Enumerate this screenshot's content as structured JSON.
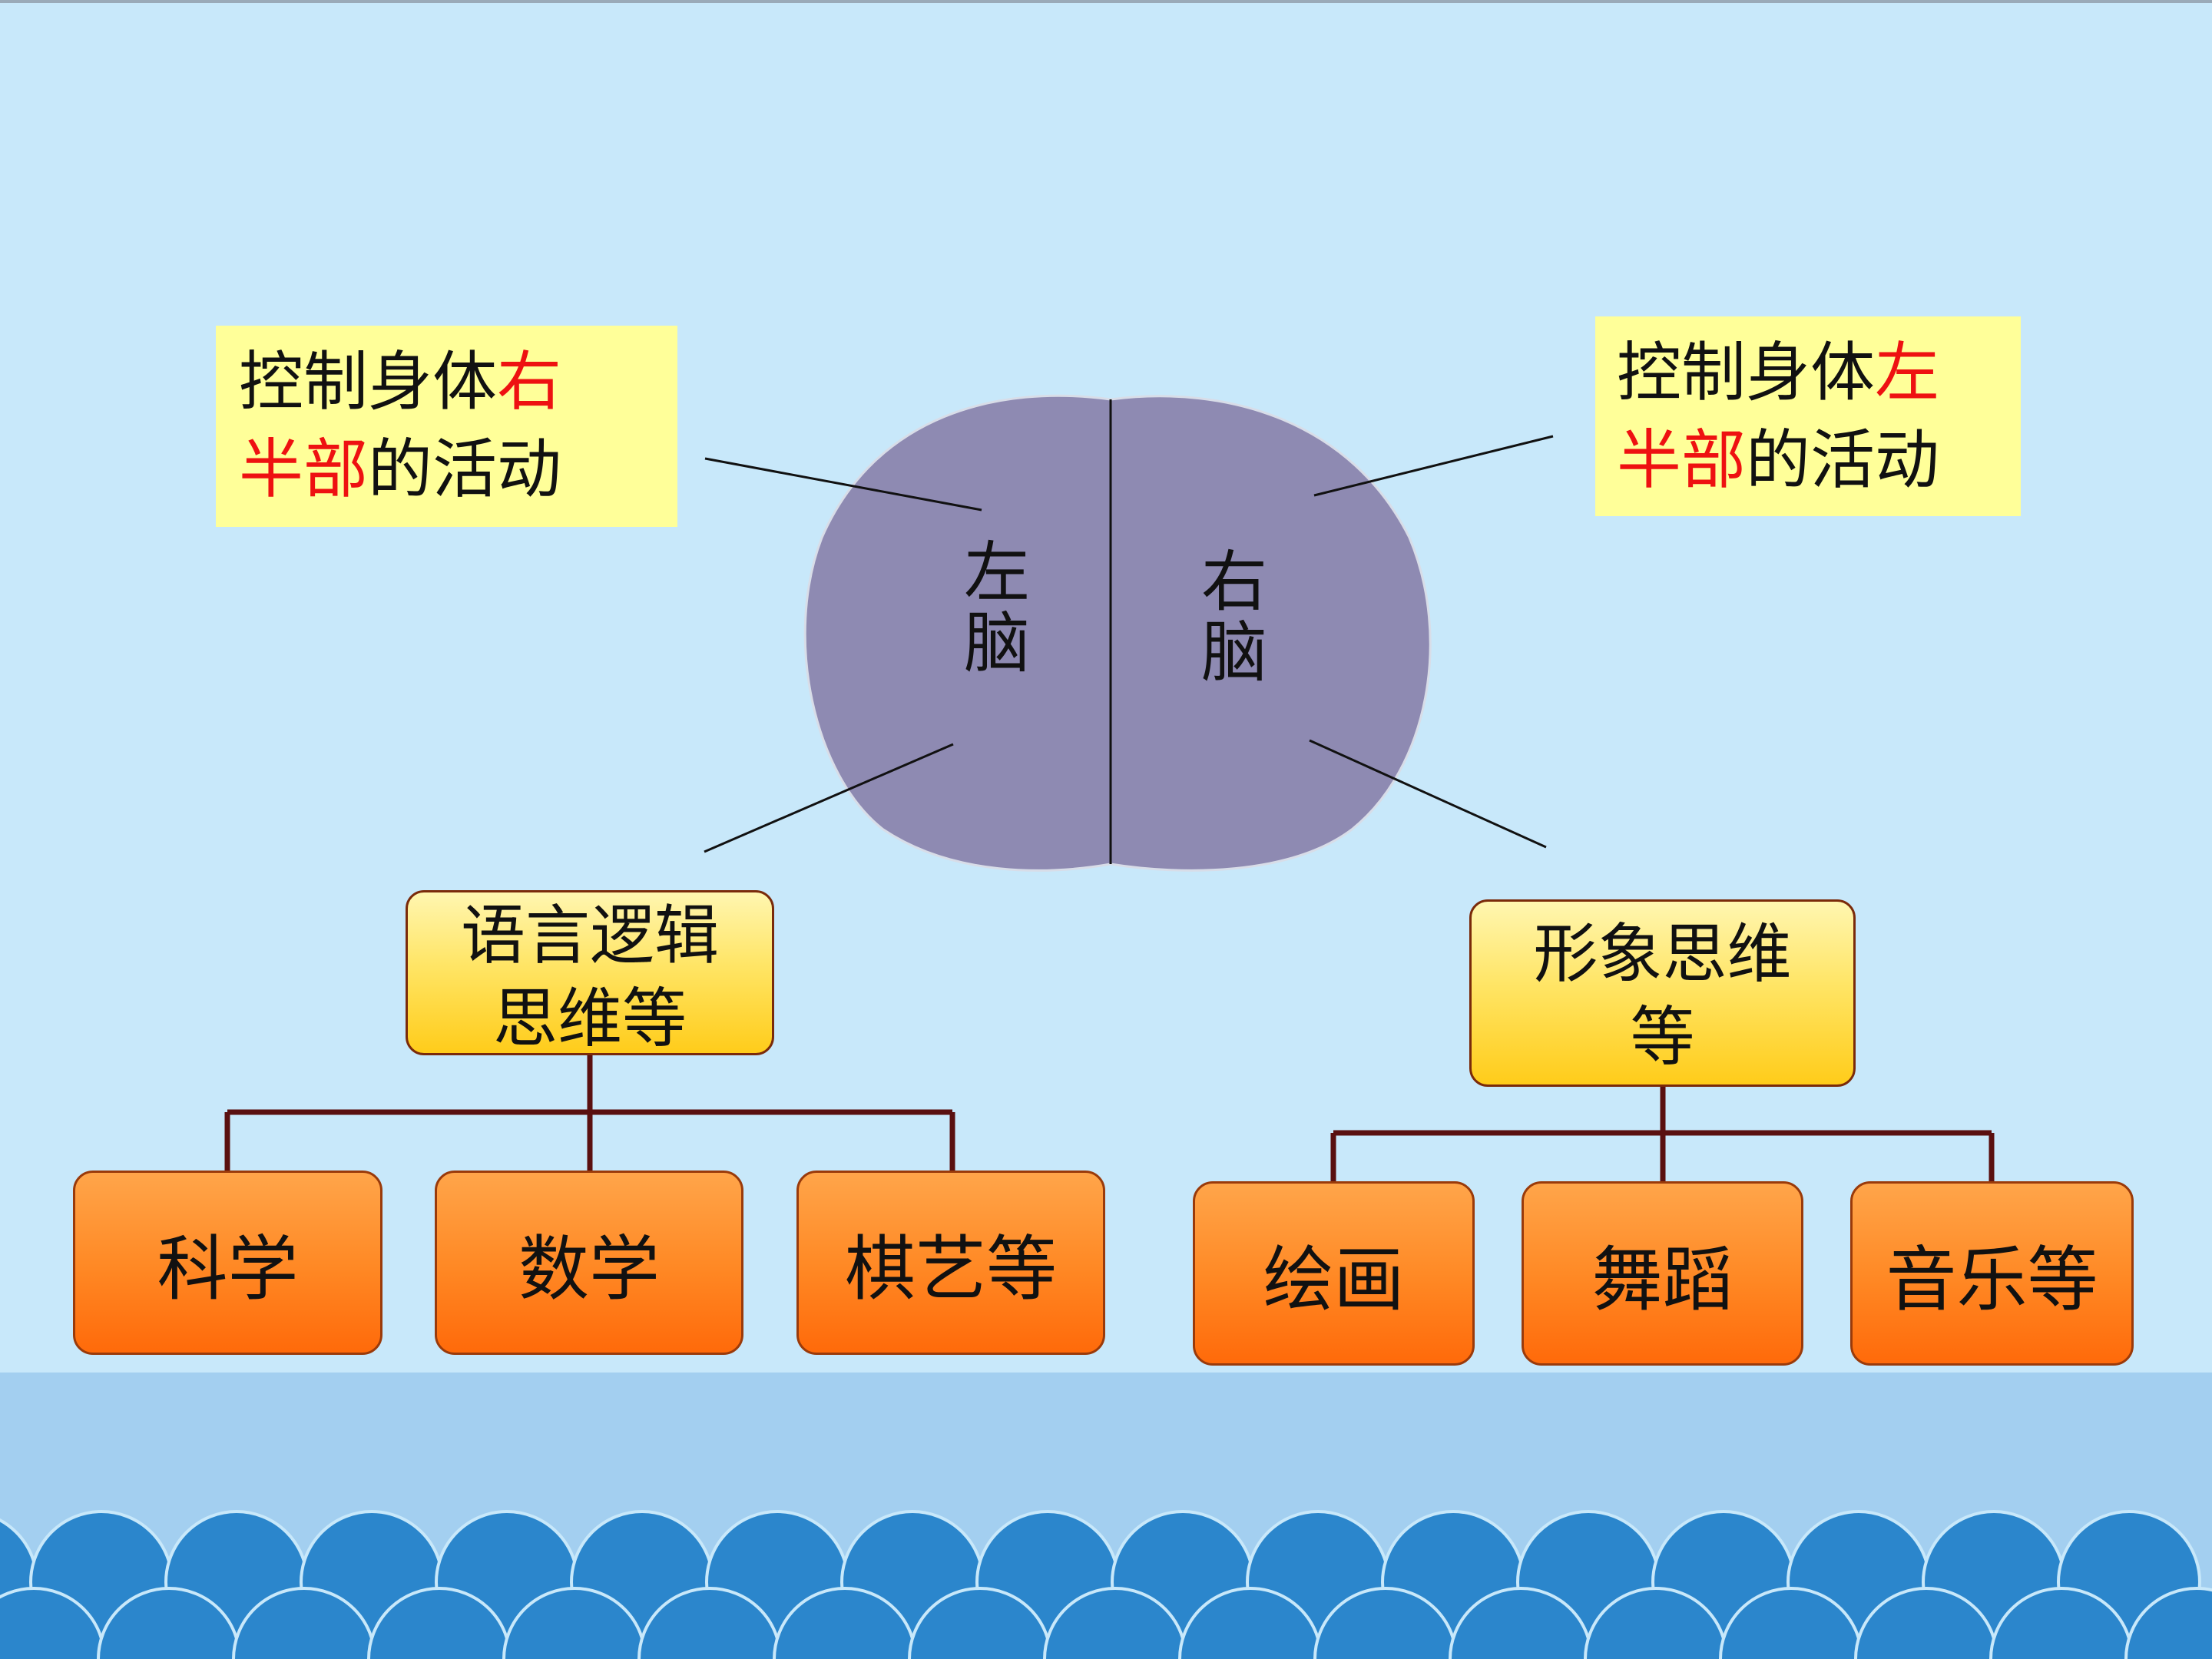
{
  "colors": {
    "background": "#c8e8fa",
    "sea_band": "#a3cff0",
    "wave": "#2b86cc",
    "brain": "#8e8ab2",
    "callout_fill": "#ffff99",
    "highlight_text": "#ee1111",
    "connector": "#5a1010"
  },
  "brain": {
    "left_hemisphere": {
      "line1": "左",
      "line2": "脑"
    },
    "right_hemisphere": {
      "line1": "右",
      "line2": "脑"
    }
  },
  "callouts": {
    "left": {
      "line1_prefix": "控制身体",
      "line1_highlight": "右",
      "line2_highlight": "半部",
      "line2_suffix": "的活动"
    },
    "right": {
      "line1_prefix": "控制身体",
      "line1_highlight": "左",
      "line2_highlight": "半部",
      "line2_suffix": "的活动"
    }
  },
  "thinking": {
    "left": {
      "line1": "语言逻辑",
      "line2": "思维等"
    },
    "right": {
      "line1": "形象思维",
      "line2": "等"
    }
  },
  "activities": {
    "left": [
      "科学",
      "数学",
      "棋艺等"
    ],
    "right": [
      "绘画",
      "舞蹈",
      "音乐等"
    ]
  }
}
